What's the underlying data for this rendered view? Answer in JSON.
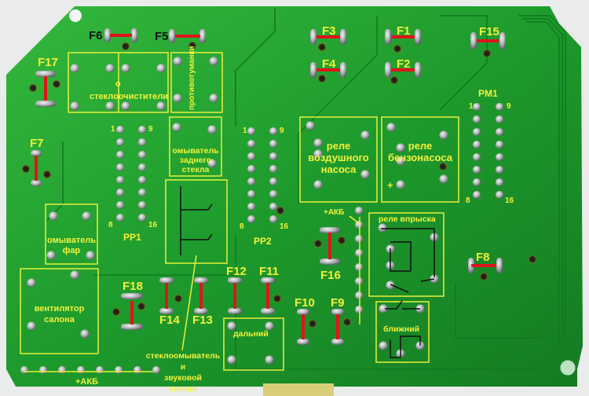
{
  "image": {
    "subject": "Printed circuit board (fuse/relay block) with annotated fuses and relays",
    "colors": {
      "board": "#1f9a2e",
      "board_dark": "#127a22",
      "annotation": "#f2f23a",
      "fuse_bar": "#e0141c",
      "background": "#e9ecea"
    }
  },
  "fuses": [
    {
      "id": "F1",
      "label": "F1"
    },
    {
      "id": "F2",
      "label": "F2"
    },
    {
      "id": "F3",
      "label": "F3"
    },
    {
      "id": "F4",
      "label": "F4"
    },
    {
      "id": "F5",
      "label": "F5"
    },
    {
      "id": "F6",
      "label": "F6"
    },
    {
      "id": "F7",
      "label": "F7"
    },
    {
      "id": "F8",
      "label": "F8"
    },
    {
      "id": "F9",
      "label": "F9"
    },
    {
      "id": "F10",
      "label": "F10"
    },
    {
      "id": "F11",
      "label": "F11"
    },
    {
      "id": "F12",
      "label": "F12"
    },
    {
      "id": "F13",
      "label": "F13"
    },
    {
      "id": "F14",
      "label": "F14"
    },
    {
      "id": "F15",
      "label": "F15"
    },
    {
      "id": "F16",
      "label": "F16"
    },
    {
      "id": "F17",
      "label": "F17"
    },
    {
      "id": "F18",
      "label": "F18"
    }
  ],
  "relays": {
    "wipers": "стеклоочистители",
    "wipers_mark": "о",
    "fog": "противотуманки",
    "rear_washer": [
      "омыватель",
      "заднего",
      "стекла"
    ],
    "air_pump": [
      "реле",
      "воздушного",
      "насоса"
    ],
    "fuel_pump": [
      "реле",
      "бензонасоса"
    ],
    "fuel_pump_plus": "+",
    "headlight_washer": [
      "омыватель",
      "фар"
    ],
    "cabin_fan": [
      "вентилятор",
      "салона"
    ],
    "injection": "реле впрыска",
    "high_beam": "дальний",
    "low_beam": "ближний",
    "washer_horn": [
      "стеклоомыватель",
      "и",
      "звуковой",
      "сигнал"
    ]
  },
  "connectors": {
    "pp1": {
      "name": "PP1",
      "pin_start": "1",
      "pin_9": "9",
      "pin_8": "8",
      "pin_end": "16"
    },
    "pp2": {
      "name": "PP2",
      "pin_start": "1",
      "pin_9": "9",
      "pin_8": "8",
      "pin_end": "16"
    },
    "pm1": {
      "name": "PM1",
      "pin_start": "1",
      "pin_9": "9",
      "pin_8": "8",
      "pin_end": "16"
    }
  },
  "power": {
    "bottom": "+АКБ",
    "right": "+АКБ"
  }
}
